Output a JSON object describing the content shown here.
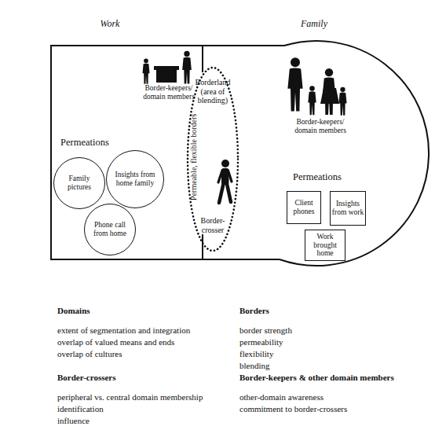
{
  "diagram": {
    "nodes": [
      {
        "text": [
          "Work",
          "Permeations"
        ]
      },
      {
        "text": [
          "Family pictures"
        ],
        "in": 0
      },
      {
        "text": [
          "Insights from home family"
        ],
        "in": 0
      },
      {
        "text": [
          "Phone call from home"
        ],
        "in": 0
      },
      {
        "text": [
          "Borderland (area of blending)",
          "Border-crosser"
        ]
      },
      {
        "text": [
          "Family",
          "Permeations"
        ]
      },
      {
        "text": [
          "Client phones"
        ],
        "in": 5
      },
      {
        "text": [
          "Insights from work"
        ],
        "in": 5
      },
      {
        "text": [
          "Work brought home"
        ],
        "in": 5
      }
    ],
    "labels": [
      "Border-keepers/ domain members",
      "Border-keepers/ domain members",
      "Permeable, flexible borders",
      "Domains",
      "extent of segmentation and integration",
      "overlap of valued means and ends",
      "overlap of cultures",
      "Border-crossers",
      "peripheral vs. central domain membership",
      "identification",
      "influence",
      "Borders",
      "border strength",
      "permeability",
      "flexibility",
      "blending",
      "Border-keepers & other domain members",
      "other-domain awareness",
      "commitment to border-crossers"
    ]
  }
}
